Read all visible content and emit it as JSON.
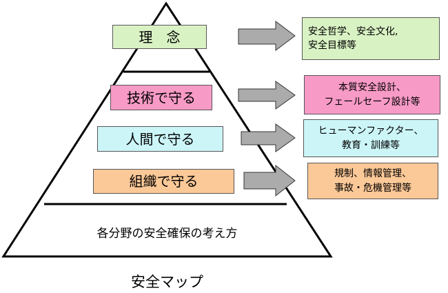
{
  "layers": [
    {
      "label": "理　念",
      "color": "#d9f2c4"
    },
    {
      "label": "技術で守る",
      "color": "#f79ac6"
    },
    {
      "label": "人間で守る",
      "color": "#ccf5f8"
    },
    {
      "label": "組織で守る",
      "color": "#fbc897"
    }
  ],
  "results": [
    {
      "line1": "安全哲学、安全文化,",
      "line2": "安全目標等",
      "color": "#d9f2c4"
    },
    {
      "line1": "本質安全設計、",
      "line2": "フェールセーフ設計等",
      "color": "#f79ac6"
    },
    {
      "line1": "ヒューマンファクター、",
      "line2": "教育・訓練等",
      "color": "#ccf5f8"
    },
    {
      "line1": "規制、情報管理、",
      "line2": "事故・危機管理等",
      "color": "#fbc897"
    }
  ],
  "base_label": "各分野の安全確保の考え方",
  "caption": "安全マップ"
}
